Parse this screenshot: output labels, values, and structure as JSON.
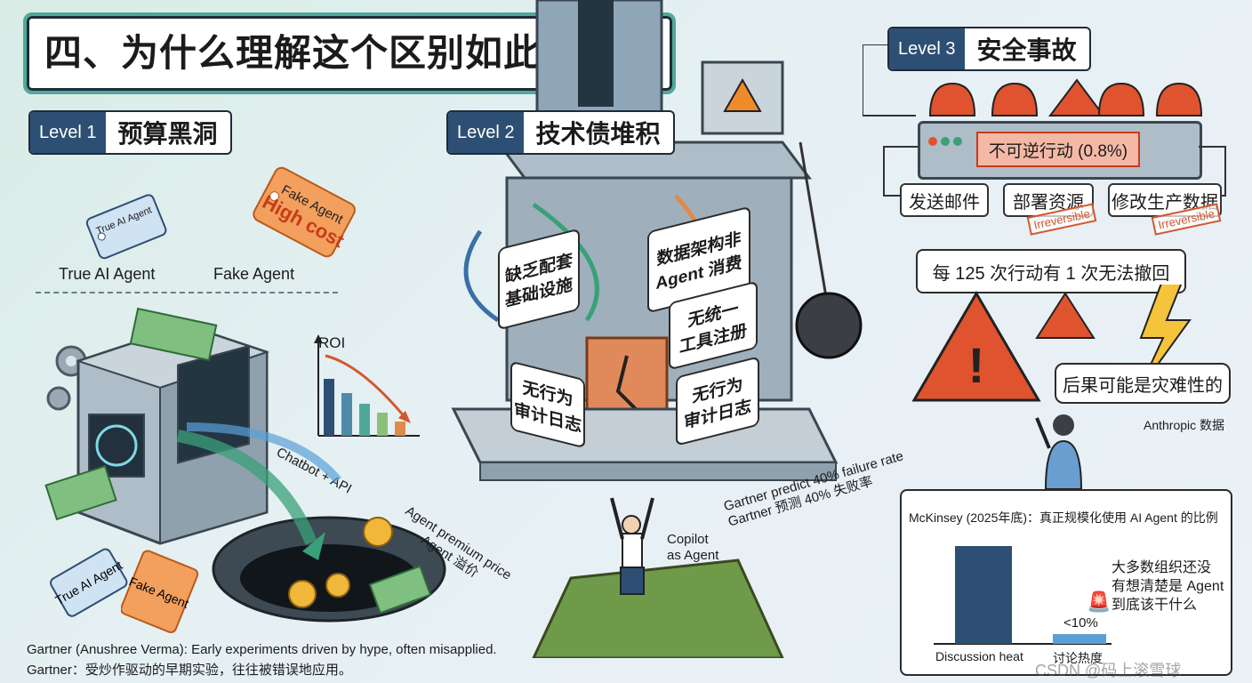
{
  "title": "四、为什么理解这个区别如此重要？",
  "level1": {
    "tag": "Level 1",
    "label": "预算黑洞",
    "true_tag": "True AI Agent",
    "fake_tag_line1": "Fake Agent",
    "fake_tag_line2": "High cost",
    "true_caption": "True AI Agent",
    "fake_caption": "Fake Agent",
    "roi_label": "ROI",
    "chatbot_label": "Chatbot + API",
    "true_tag_bottom": "True AI Agent",
    "fake_tag_bottom": "Fake Agent",
    "premium_line1": "Agent premium price",
    "premium_line2": "Agent 溢价",
    "footnote_en": "Gartner (Anushree Verma): Early experiments driven by hype, often misapplied.",
    "footnote_zh": "Gartner：受炒作驱动的早期实验，往往被错误地应用。"
  },
  "level2": {
    "tag": "Level 2",
    "label": "技术债堆积",
    "block1": "缺乏配套\n基础设施",
    "block2": "数据架构非\nAgent 消费",
    "block3": "无统一\n工具注册",
    "block4": "无行为\n审计日志",
    "block5": "无行为\n审计日志",
    "gartner_en": "Gartner predict 40% failure rate",
    "gartner_zh": "Gartner 预测 40% 失败率",
    "copilot": "Copilot\nas Agent"
  },
  "level3": {
    "tag": "Level 3",
    "label": "安全事故",
    "panel_text": "不可逆行动 (0.8%)",
    "action1": "发送邮件",
    "action2": "部署资源",
    "action3": "修改生产数据",
    "irreversible": "Irreversible",
    "stat": "每 125 次行动有 1 次无法撤回",
    "consequence": "后果可能是灾难性的",
    "source": "Anthropic 数据"
  },
  "mckinsey": {
    "title": "McKinsey (2025年底)：真正规模化使用 AI Agent 的比例",
    "note": "大多数组织还没\n有想清楚是 Agent\n到底该干什么",
    "small_value_label": "<10%",
    "bar1_label": "Discussion heat",
    "bar2_label": "讨论热度"
  },
  "watermark": "CSDN @码上滚雪球",
  "colors": {
    "accent_teal": "#4fa99a",
    "level_blue": "#2d4f73",
    "alert_red": "#e0532f",
    "bar_blue": "#2d4f73",
    "bar_light": "#5aa0d8"
  },
  "chart_data": {
    "type": "bar",
    "categories": [
      "Discussion heat",
      "讨论热度"
    ],
    "values": [
      100,
      10
    ],
    "title": "McKinsey (2025年底)：真正规模化使用 AI Agent 的比例",
    "ylim": [
      0,
      100
    ]
  }
}
